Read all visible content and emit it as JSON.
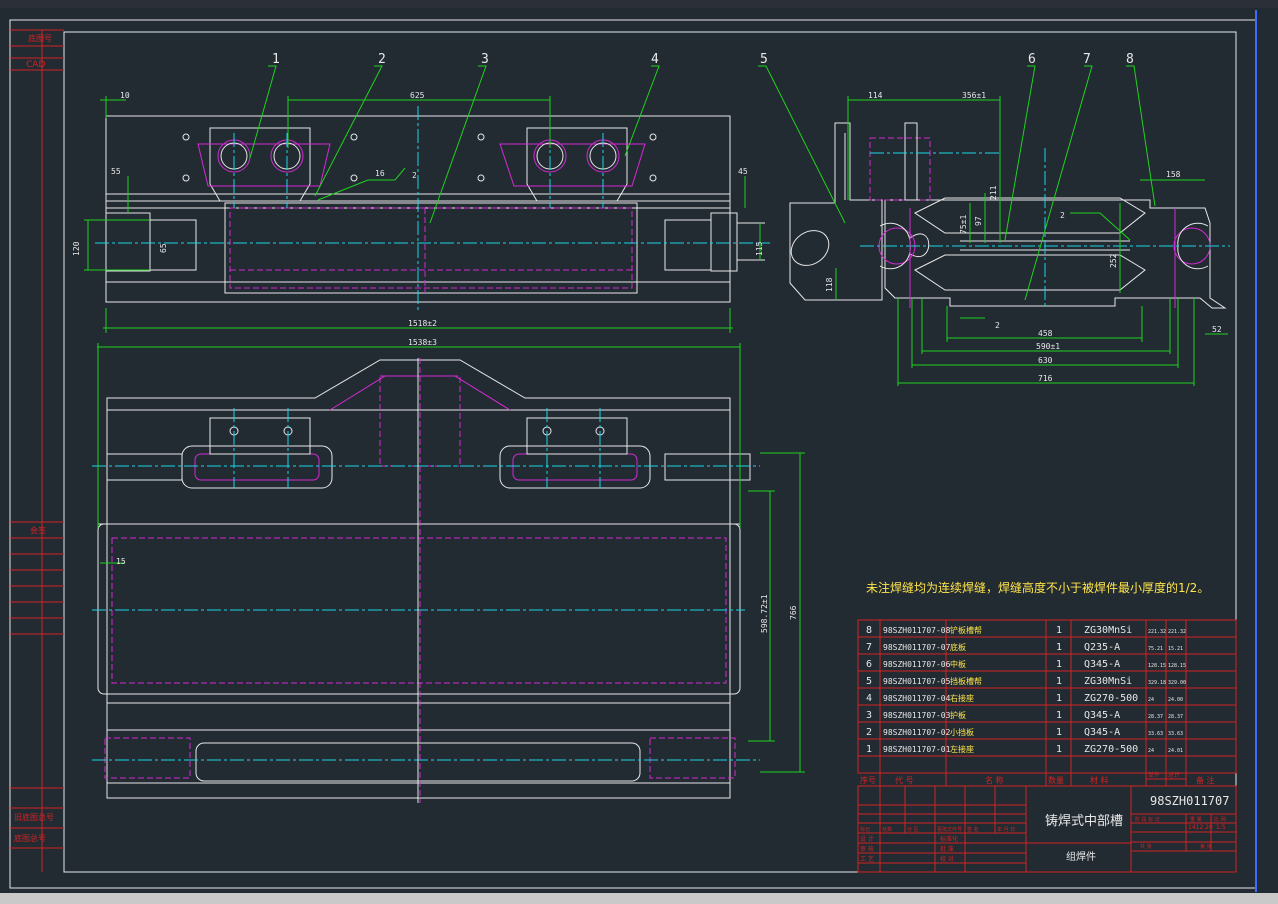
{
  "balloons": [
    "1",
    "2",
    "3",
    "4",
    "5",
    "6",
    "7",
    "8"
  ],
  "dims": {
    "d10": "10",
    "d625": "625",
    "d114": "114",
    "d356": "356±1",
    "d45": "45",
    "d158": "158",
    "d55": "55",
    "d16": "16",
    "d2a": "2",
    "d2b": "2",
    "d2c": "2",
    "d120": "120",
    "d65": "65",
    "d115": "115",
    "d211": "211",
    "d97": "97",
    "d75": "75±1",
    "d252": "252",
    "d118": "118",
    "d1518": "1518±2",
    "d1538": "1538±3",
    "d458": "458",
    "d52": "52",
    "d590": "590±1",
    "d630": "630",
    "d716": "716",
    "d15": "15",
    "d598": "598.72±1",
    "d766": "766"
  },
  "left_strip": {
    "label1": "底图号",
    "label2": "CAD",
    "label3": "会签",
    "label4": "旧底图总号",
    "label5": "底图总号"
  },
  "note": "未注焊缝均为连续焊缝，焊缝高度不小于被焊件最小厚度的1/2。",
  "bom": {
    "rows": [
      {
        "no": "8",
        "code": "98SZH011707-08",
        "name": "铲板槽帮",
        "qty": "1",
        "mat": "ZG30MnSi",
        "w1": "221.32",
        "w2": "221.32"
      },
      {
        "no": "7",
        "code": "98SZH011707-07",
        "name": "底板",
        "qty": "1",
        "mat": "Q235-A",
        "w1": "75.21",
        "w2": "15.21"
      },
      {
        "no": "6",
        "code": "98SZH011707-06",
        "name": "中板",
        "qty": "1",
        "mat": "Q345-A",
        "w1": "128.15",
        "w2": "128.15"
      },
      {
        "no": "5",
        "code": "98SZH011707-05",
        "name": "挡板槽帮",
        "qty": "1",
        "mat": "ZG30MnSi",
        "w1": "329.18",
        "w2": "329.00"
      },
      {
        "no": "4",
        "code": "98SZH011707-04",
        "name": "右接座",
        "qty": "1",
        "mat": "ZG270-500",
        "w1": "24",
        "w2": "24.00"
      },
      {
        "no": "3",
        "code": "98SZH011707-03",
        "name": "护板",
        "qty": "1",
        "mat": "Q345-A",
        "w1": "28.37",
        "w2": "28.37"
      },
      {
        "no": "2",
        "code": "98SZH011707-02",
        "name": "小挡板",
        "qty": "1",
        "mat": "Q345-A",
        "w1": "33.63",
        "w2": "33.63"
      },
      {
        "no": "1",
        "code": "98SZH011707-01",
        "name": "左接座",
        "qty": "1",
        "mat": "ZG270-500",
        "w1": "24",
        "w2": "24.01"
      }
    ],
    "header": {
      "no": "序号",
      "code": "代 号",
      "name": "名 称",
      "qty": "数量",
      "mat": "材 料",
      "w1": "单件",
      "w2": "总计",
      "note": "备 注"
    }
  },
  "title_block": {
    "drawing_no": "98SZH011707",
    "title": "铸焊式中部槽",
    "subtitle": "组焊件",
    "weight": "1412.20",
    "scale": "1:5",
    "roles": [
      "设 计",
      "审 核",
      "工 艺",
      "标准化",
      "批 准",
      "校 对"
    ],
    "sign_cols": [
      "标记",
      "处数",
      "分 区",
      "更改文件号",
      "签 名",
      "年.月.日"
    ],
    "label_stage": "阶 段 标 记",
    "label_weight": "重 量",
    "label_scale": "比 例",
    "label_sheet": "共 张",
    "label_sheet2": "第 张"
  },
  "colors": {
    "background": "#222a32",
    "geometry": "#e8e8e8",
    "hidden": "#d42bd4",
    "center": "#19d6e6",
    "leader": "#1ed21e",
    "border": "#d22424",
    "note": "#ffe64a"
  }
}
